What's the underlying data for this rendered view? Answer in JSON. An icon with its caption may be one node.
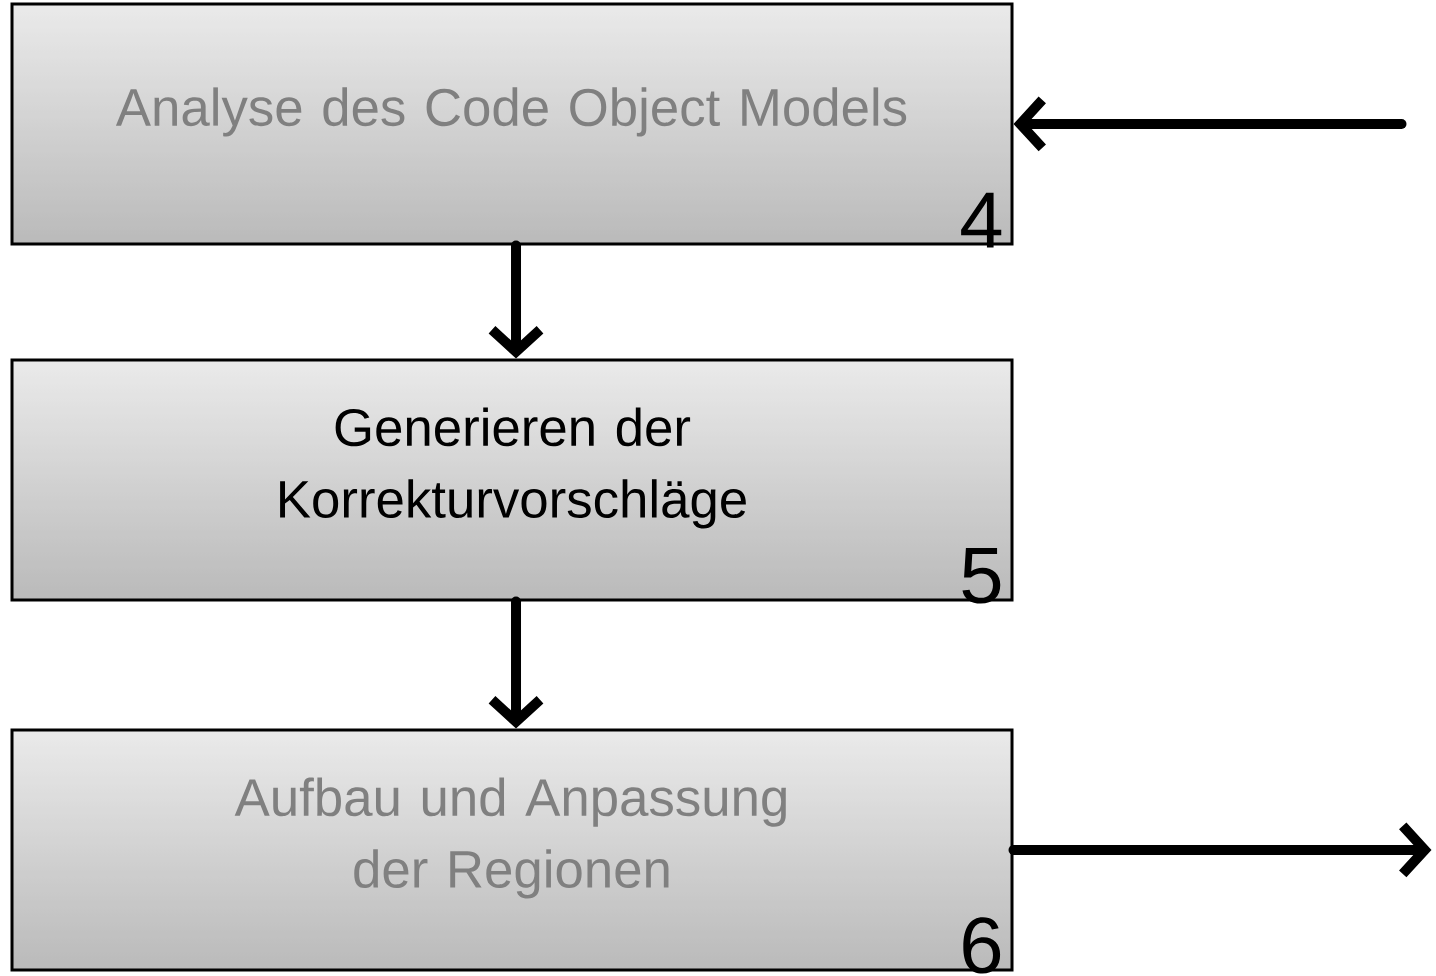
{
  "diagram": {
    "nodes": [
      {
        "text": [
          "Analyse des Code Object Models",
          "4"
        ]
      },
      {
        "text": [
          "Generieren der Korrekturvorschläge",
          "5"
        ]
      },
      {
        "text": [
          "Aufbau und Anpassung der Regionen",
          "6"
        ]
      }
    ],
    "edges": [
      {
        "from": null,
        "to": 0,
        "arrow": "to"
      },
      {
        "from": 0,
        "to": 1,
        "arrow": "to"
      },
      {
        "from": 1,
        "to": 2,
        "arrow": "to"
      },
      {
        "from": 2,
        "to": null,
        "arrow": "to"
      }
    ]
  }
}
